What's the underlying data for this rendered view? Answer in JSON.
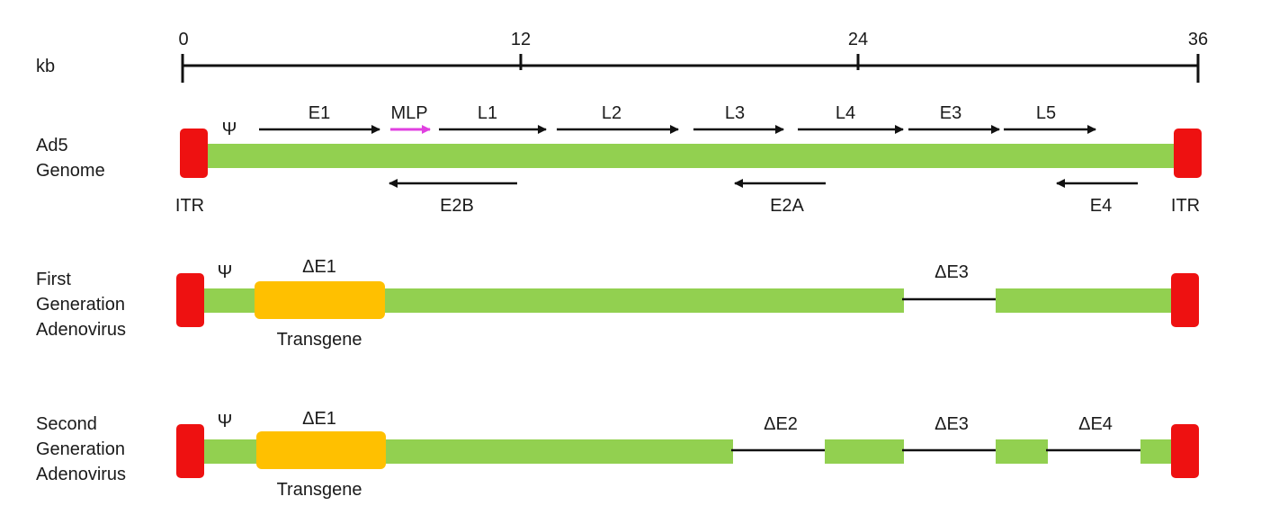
{
  "scale": {
    "unit_label": "kb",
    "ticks": [
      "0",
      "12",
      "24",
      "36"
    ]
  },
  "rows": {
    "ad5": {
      "label_lines": [
        "Ad5",
        "Genome"
      ],
      "psi": "Ψ",
      "itr_left": "ITR",
      "itr_right": "ITR",
      "forward_genes": [
        "E1",
        "MLP",
        "L1",
        "L2",
        "L3",
        "L4",
        "E3",
        "L5"
      ],
      "reverse_genes": [
        "E2B",
        "E2A",
        "E4"
      ]
    },
    "first": {
      "label_lines": [
        "First",
        "Generation",
        "Adenovirus"
      ],
      "psi": "Ψ",
      "deletions": [
        "ΔE1",
        "ΔE3"
      ],
      "transgene": "Transgene"
    },
    "second": {
      "label_lines": [
        "Second",
        "Generation",
        "Adenovirus"
      ],
      "psi": "Ψ",
      "deletions": [
        "ΔE1",
        "ΔE2",
        "ΔE3",
        "ΔE4"
      ],
      "transgene": "Transgene"
    }
  },
  "colors": {
    "itr": "#ee1111",
    "genome_bar": "#92d050",
    "transgene": "#ffc000",
    "mlp_arrow": "#e040e0",
    "line": "#111111"
  }
}
